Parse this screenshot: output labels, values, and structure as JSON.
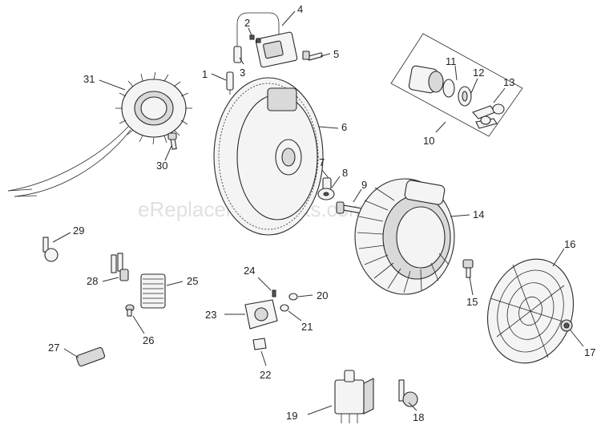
{
  "watermark": "eReplacementParts.com",
  "callouts": {
    "c1": "1",
    "c2": "2",
    "c3": "3",
    "c4": "4",
    "c5": "5",
    "c6": "6",
    "c7": "7",
    "c8": "8",
    "c9": "9",
    "c10": "10",
    "c11": "11",
    "c12": "12",
    "c13": "13",
    "c14": "14",
    "c15": "15",
    "c16": "16",
    "c17": "17",
    "c18": "18",
    "c19": "19",
    "c20": "20",
    "c21": "21",
    "c22": "22",
    "c23": "23",
    "c24": "24",
    "c25": "25",
    "c26": "26",
    "c27": "27",
    "c28": "28",
    "c29": "29",
    "c30": "30",
    "c31": "31"
  }
}
